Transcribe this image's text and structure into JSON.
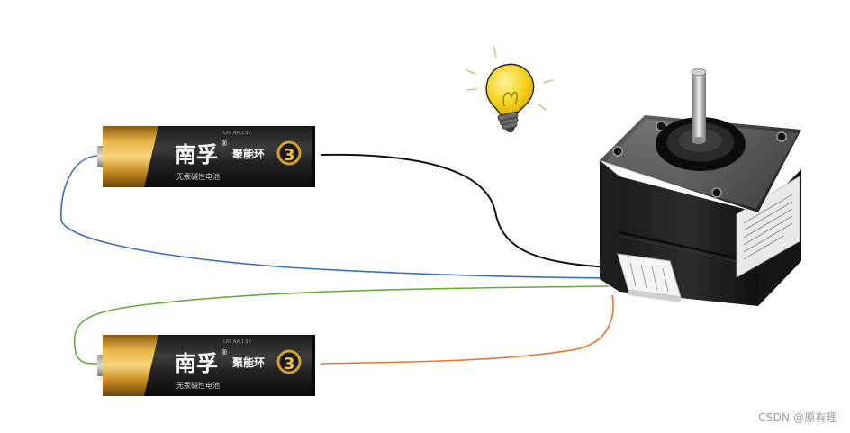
{
  "batteries": [
    {
      "brand": "南孚",
      "brand_mark": "®",
      "series": "聚能环",
      "series_number": "3",
      "subtitle": "无汞碱性电池",
      "top_text": "LR6 AA 1.5V"
    },
    {
      "brand": "南孚",
      "brand_mark": "®",
      "series": "聚能环",
      "series_number": "3",
      "subtitle": "无汞碱性电池",
      "top_text": "LR6 AA 1.5V"
    }
  ],
  "wires": [
    {
      "id": "black",
      "color": "#111111"
    },
    {
      "id": "blue",
      "color": "#3a6fbf"
    },
    {
      "id": "green",
      "color": "#6aab3d"
    },
    {
      "id": "orange",
      "color": "#e8752b"
    }
  ],
  "bulb": {
    "color": "#f5d21c",
    "rays_color": "#c8c68a",
    "base_color": "#6a6a6a"
  },
  "watermark": "CSDN @原有理"
}
